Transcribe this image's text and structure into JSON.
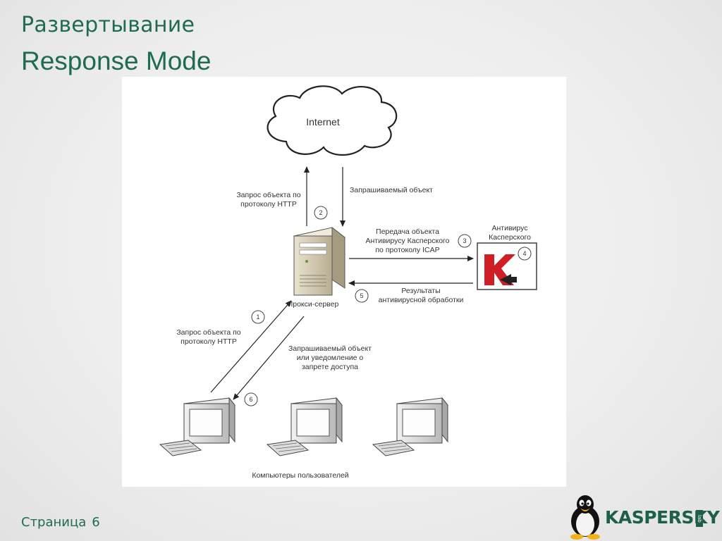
{
  "slide": {
    "title_line1": "Развертывание",
    "title_line2": "Response Mode",
    "page_label": "Страница",
    "page_number": "6"
  },
  "diagram": {
    "internet": "Internet",
    "req_http_top": "Запрос объекта по\nпротоколу HTTP",
    "requested_object_top": "Запрашиваемый объект",
    "transfer_icap": "Передача объекта\nАнтивирусу Касперского\nпо протоколу ICAP",
    "antivirus_label": "Антивирус\nКасперского",
    "scan_results": "Результаты\nантивирусной обработки",
    "proxy_server": "Прокси-сервер",
    "req_http_bottom": "Запрос объекта по\nпротоколу HTTP",
    "requested_or_denied": "Запрашиваемый объект\nили уведомление о\nзапрете доступа",
    "user_computers": "Компьютеры пользователей",
    "step1": "1",
    "step2": "2",
    "step3": "3",
    "step4": "4",
    "step5": "5",
    "step6": "6"
  },
  "logo": {
    "brand": "KASPERSKY",
    "lab": "lab"
  }
}
